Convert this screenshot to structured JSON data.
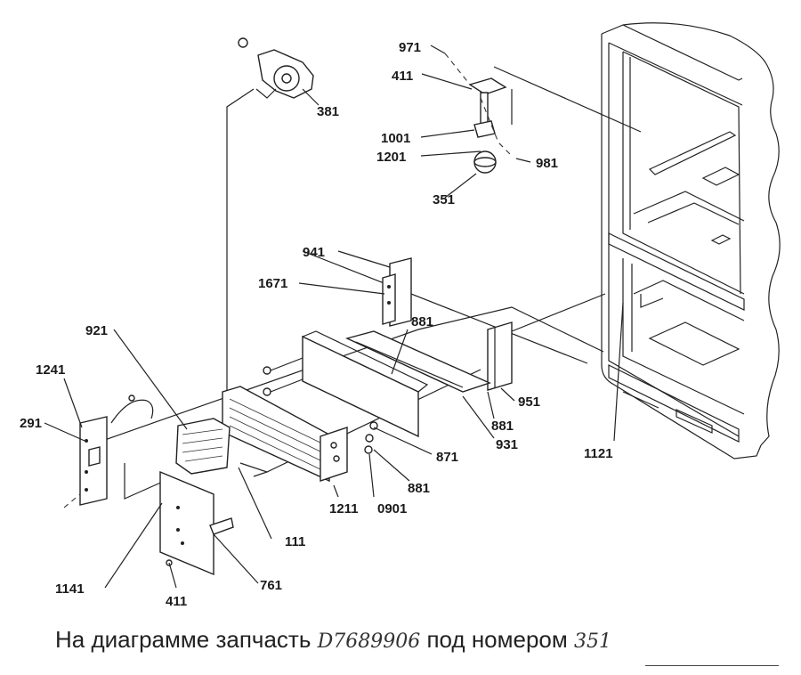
{
  "labels": {
    "l971": "971",
    "l411_top": "411",
    "l381": "381",
    "l1001": "1001",
    "l1201": "1201",
    "l981": "981",
    "l351": "351",
    "l941": "941",
    "l1671": "1671",
    "l921": "921",
    "l881_top": "881",
    "l1241": "1241",
    "l291": "291",
    "l951": "951",
    "l881_mid": "881",
    "l931": "931",
    "l871": "871",
    "l881_low": "881",
    "l1211": "1211",
    "l0901": "0901",
    "l111": "111",
    "l1121": "1121",
    "l1141": "1141",
    "l761": "761",
    "l411_bottom": "411"
  },
  "caption": {
    "prefix": "На диаграмме запчасть ",
    "part_number": "D7689906",
    "middle": " под номером ",
    "item_number": "351"
  }
}
